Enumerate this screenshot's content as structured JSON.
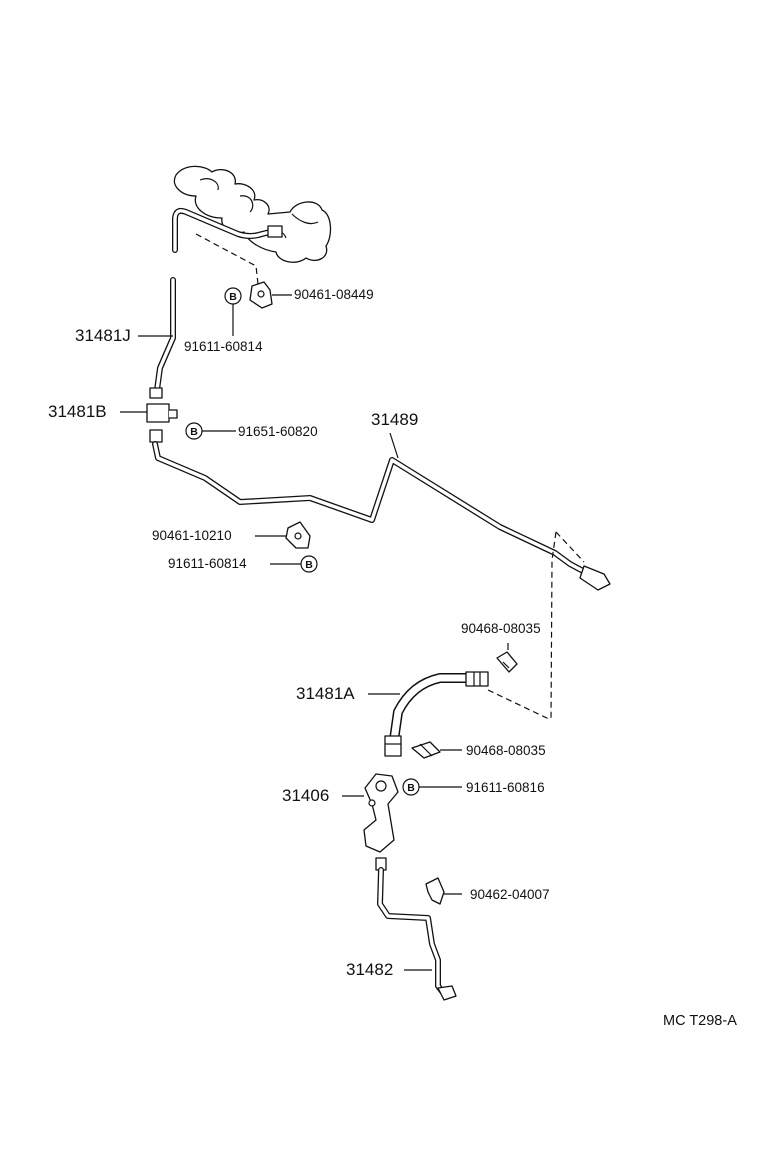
{
  "callouts": {
    "p90461_08449": "90461-08449",
    "p91611_60814_a": "91611-60814",
    "p31481J": "31481J",
    "p31481B": "31481B",
    "p91651_60820": "91651-60820",
    "p31489": "31489",
    "p90461_10210": "90461-10210",
    "p91611_60814_b": "91611-60814",
    "p90468_08035_a": "90468-08035",
    "p31481A": "31481A",
    "p90468_08035_b": "90468-08035",
    "p31406": "31406",
    "p91611_60816": "91611-60816",
    "p90462_04007": "90462-04007",
    "p31482": "31482"
  },
  "bolt_marker": "B",
  "footer": {
    "code": "MC  T298-A"
  }
}
